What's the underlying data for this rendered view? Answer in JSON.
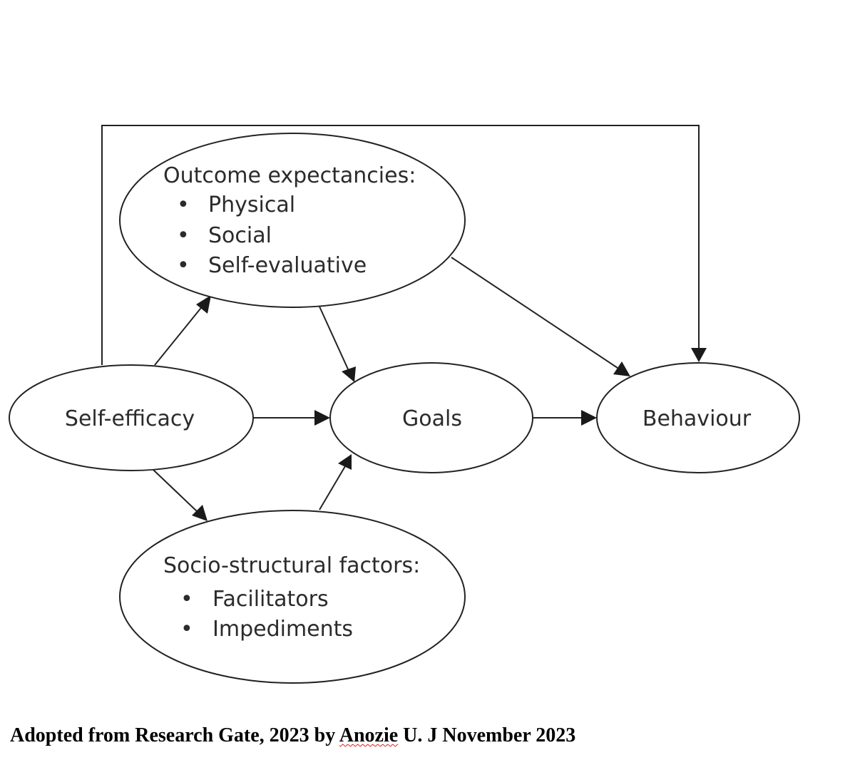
{
  "nodes": {
    "outcome": {
      "title": "Outcome expectancies:",
      "items": [
        "Physical",
        "Social",
        "Self-evaluative"
      ]
    },
    "self_efficacy": {
      "label": "Self-efficacy"
    },
    "goals": {
      "label": "Goals"
    },
    "behaviour": {
      "label": "Behaviour"
    },
    "socio": {
      "title": "Socio-structural factors:",
      "items": [
        "Facilitators",
        "Impediments"
      ]
    }
  },
  "bullet": "•",
  "caption": {
    "before": "Adopted from Research Gate, 2023 by ",
    "author": "Anozie",
    "after": " U. J November 2023"
  },
  "colors": {
    "stroke": "#222222",
    "text": "#2b2b2b",
    "spellcheck_underline": "#d32020"
  }
}
